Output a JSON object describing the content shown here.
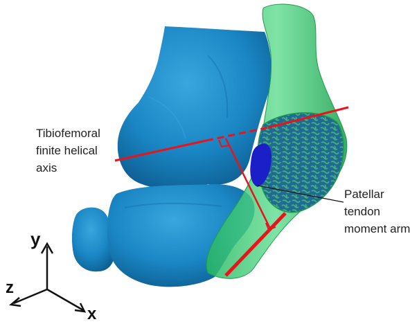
{
  "labels": {
    "helical_axis": [
      "Tibiofemoral",
      "finite helical",
      "axis"
    ],
    "moment_arm": [
      "Patellar",
      "tendon",
      "moment arm"
    ]
  },
  "coordinate_axes": {
    "y": "y",
    "z": "z",
    "x": "x"
  },
  "colors": {
    "bone": "#1a86c4",
    "bone_shade": "#0f6aa3",
    "bone_highlight": "#3aa2da",
    "tendon": "#2ec46a",
    "tendon_light": "#6fe59c",
    "patella": "#1f6f9a",
    "patella_speckle": "#3fae6a",
    "contact_patch": "#1a1fc8",
    "axis_line": "#e8141b",
    "leader_line": "#111111",
    "text": "#222222"
  }
}
